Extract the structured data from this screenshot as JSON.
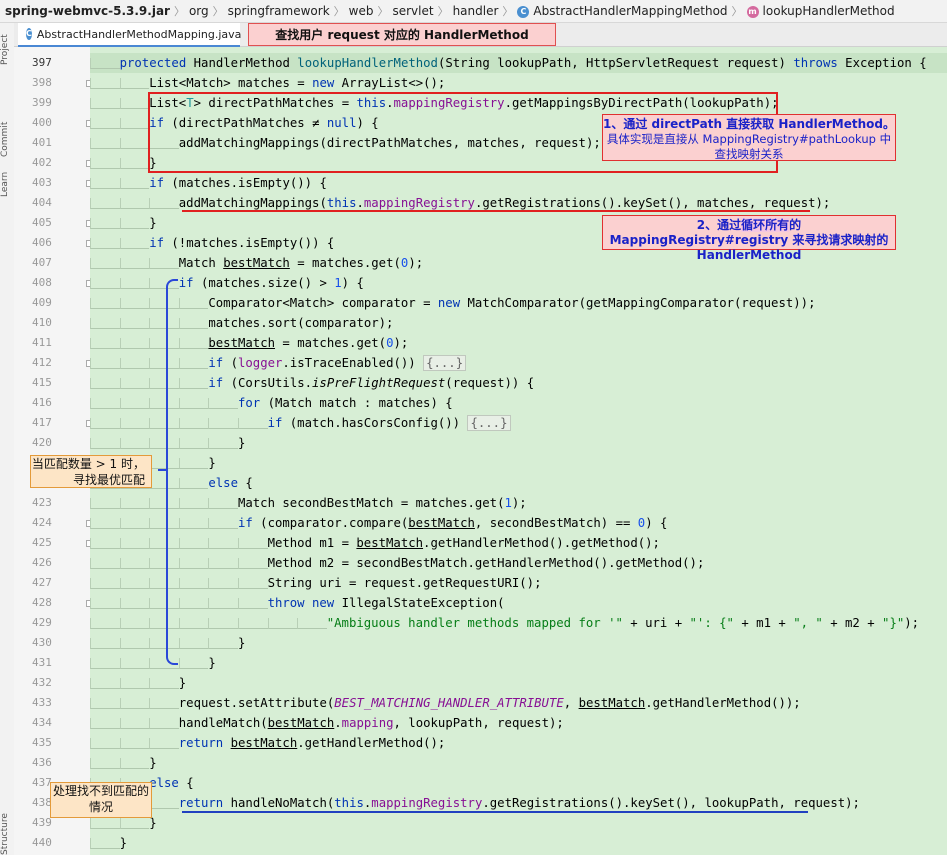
{
  "breadcrumb": {
    "items": [
      "spring-webmvc-5.3.9.jar",
      "org",
      "springframework",
      "web",
      "servlet",
      "handler",
      "AbstractHandlerMappingMethod",
      "lookupHandlerMethod"
    ],
    "class_icon": "C",
    "method_icon": "m"
  },
  "tab": {
    "label": "AbstractHandlerMethodMapping.java",
    "icon": "C",
    "close": "×"
  },
  "tab_note": "查找用户 request 对应的 HandlerMethod",
  "toolstrip": [
    "Project",
    "Commit",
    "Learn",
    "Structure"
  ],
  "gutter": {
    "line_numbers": [
      "397",
      "398",
      "399",
      "400",
      "401",
      "402",
      "403",
      "404",
      "405",
      "406",
      "407",
      "408",
      "409",
      "410",
      "411",
      "412",
      "415",
      "416",
      "417",
      "420",
      "421",
      "422",
      "423",
      "424",
      "425",
      "426",
      "427",
      "428",
      "429",
      "430",
      "431",
      "432",
      "433",
      "434",
      "435",
      "436",
      "437",
      "438",
      "439",
      "440"
    ],
    "bulb_icon": "lightbulb-icon"
  },
  "code": {
    "header": {
      "kw1": "protected",
      "type": " HandlerMethod ",
      "name": "lookupHandlerMethod",
      "params": "(String lookupPath, HttpServletRequest request)",
      "kw2": " throws",
      "rest": " Exception {"
    },
    "l398": {
      "a": "List<Match> matches = ",
      "kw": "new",
      "b": " ArrayList<>();"
    },
    "l399": {
      "a": "List<",
      "gen": "T",
      "b": "> directPathMatches = ",
      "kw": "this",
      "c": ".",
      "fld": "mappingRegistry",
      "d": ".getMappingsByDirectPath(lookupPath);"
    },
    "l400": {
      "kw": "if",
      "a": " (directPathMatches ≠ ",
      "kw2": "null",
      "b": ") {"
    },
    "l401": {
      "a": "addMatchingMappings(directPathMatches, matches, request);"
    },
    "l402": {
      "a": "}"
    },
    "l403": {
      "kw": "if",
      "a": " (matches.isEmpty()) {"
    },
    "l404": {
      "a": "addMatchingMappings(",
      "kw": "this",
      "b": ".",
      "fld": "mappingRegistry",
      "c": ".getRegistrations().keySet(), matches, request);"
    },
    "l405": {
      "a": "}"
    },
    "l406": {
      "kw": "if",
      "a": " (!matches.isEmpty()) {"
    },
    "l407": {
      "a": "Match ",
      "u": "bestMatch",
      "b": " = matches.get(",
      "num": "0",
      "c": ");"
    },
    "l408": {
      "kw": "if",
      "a": " (matches.size() > ",
      "num": "1",
      "b": ") {"
    },
    "l409": {
      "a": "Comparator<Match> comparator = ",
      "kw": "new",
      "b": " MatchComparator(getMappingComparator(request));"
    },
    "l410": {
      "a": "matches.sort(comparator);"
    },
    "l411": {
      "u": "bestMatch",
      "a": " = matches.get(",
      "num": "0",
      "b": ");"
    },
    "l412": {
      "kw": "if",
      "a": " (",
      "fld": "logger",
      "b": ".isTraceEnabled()) ",
      "fold": "{...}"
    },
    "l415": {
      "kw": "if",
      "a": " (CorsUtils.",
      "ita": "isPreFlightRequest",
      "b": "(request)) {"
    },
    "l416": {
      "kw": "for",
      "a": " (Match match : matches) {"
    },
    "l417": {
      "kw": "if",
      "a": " (match.hasCorsConfig()) ",
      "fold": "{...}"
    },
    "l420": {
      "a": "}"
    },
    "l421": {
      "a": "}"
    },
    "l422": {
      "kw": "else",
      "a": " {"
    },
    "l423": {
      "a": "Match secondBestMatch = matches.get(",
      "num": "1",
      "b": ");"
    },
    "l424": {
      "kw": "if",
      "a": " (comparator.compare(",
      "u": "bestMatch",
      "b": ", secondBestMatch) == ",
      "num": "0",
      "c": ") {"
    },
    "l425": {
      "a": "Method m1 = ",
      "u": "bestMatch",
      "b": ".getHandlerMethod().getMethod();"
    },
    "l426": {
      "a": "Method m2 = secondBestMatch.getHandlerMethod().getMethod();"
    },
    "l427": {
      "a": "String uri = request.getRequestURI();"
    },
    "l428": {
      "kw": "throw",
      "a": " ",
      "kw2": "new",
      "b": " IllegalStateException("
    },
    "l429": {
      "str": "\"Ambiguous handler methods mapped for '\"",
      "a": " + uri + ",
      "str2": "\"': {\"",
      "b": " + m1 + ",
      "str3": "\", \"",
      "c": " + m2 + ",
      "str4": "\"}\"",
      "d": ");"
    },
    "l430": {
      "a": "}"
    },
    "l431": {
      "a": "}"
    },
    "l432": {
      "a": "}"
    },
    "l433": {
      "a": "request.setAttribute(",
      "cst": "BEST_MATCHING_HANDLER_ATTRIBUTE",
      "b": ", ",
      "u": "bestMatch",
      "c": ".getHandlerMethod());"
    },
    "l434": {
      "a": "handleMatch(",
      "u": "bestMatch",
      "b": ".",
      "fld": "mapping",
      "c": ", lookupPath, request);"
    },
    "l435": {
      "kw": "return",
      "a": " ",
      "u": "bestMatch",
      "b": ".getHandlerMethod();"
    },
    "l436": {
      "a": "}"
    },
    "l437": {
      "kw": "else",
      "a": " {"
    },
    "l438": {
      "kw": "return",
      "a": " handleNoMatch(",
      "kw2": "this",
      "b": ".",
      "fld": "mappingRegistry",
      "c": ".getRegistrations().keySet(), lookupPath, request);"
    },
    "l439": {
      "a": "}"
    },
    "l440": {
      "a": "}"
    }
  },
  "annotations": {
    "note1_title": "1、通过 directPath 直接获取 HandlerMethod。",
    "note1_sub": "具体实现是直接从 MappingRegistry#pathLookup 中查找映射关系",
    "note2_a": "2、通过",
    "note2_hl": "循环所有",
    "note2_b": "的 MappingRegistry#registry 来寻找请求映射的 HandlerMethod",
    "note3": "当匹配数量 > 1 时，寻找最优匹配",
    "note4": "处理找不到匹配的情况"
  },
  "colors": {
    "code_bg": "#d7eed5",
    "keyword": "#0033b3",
    "field": "#871094",
    "string": "#067d17",
    "number": "#1750eb",
    "annotation_red": "#e02020",
    "annotation_blue": "#2a48d8"
  }
}
